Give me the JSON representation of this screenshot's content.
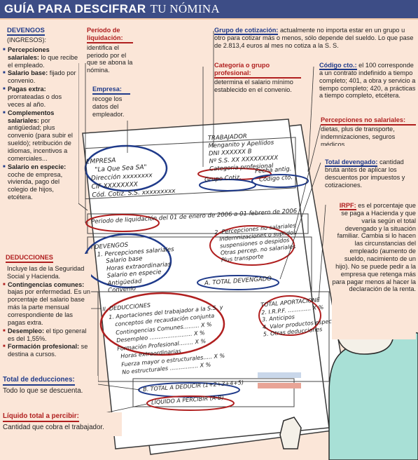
{
  "title": {
    "bold": "GUÍA PARA DESCIFRAR",
    "light": "TU NÓMINA"
  },
  "devengos": {
    "heading": "DEVENGOS",
    "subheading": "(INGRESOS):",
    "items": [
      {
        "term": "Percepciones salariales:",
        "text": "lo que recibe el empleado."
      },
      {
        "term": "Salario base:",
        "text": "fijado por convenio."
      },
      {
        "term": "Pagas extra:",
        "text": "prorrateadas o dos veces al año."
      },
      {
        "term": "Complementos salariales:",
        "text": "por antigüedad; plus convenio (para subir el sueldo); retribución de idiomas, incentivos a comerciales..."
      },
      {
        "term": "Salario en especie:",
        "text": "coche de empresa, vivienda, pago del colegio de hijos, etcétera."
      }
    ]
  },
  "periodo": {
    "heading": "Período de liquidación:",
    "text": "identifica el periodo por el que se abona la nómina."
  },
  "empresa": {
    "heading": "Empresa:",
    "text": "recoge los datos del empleador."
  },
  "grupo": {
    "heading": "Grupo de cotización:",
    "text": "actualmente no importa estar en un grupo u otro para cotizar más o menos, sólo depende del sueldo. Lo que pase de 2.813,4 euros al mes no cotiza a la S. S."
  },
  "categoria": {
    "heading": "Categoría o grupo profesional:",
    "text": "determina el salario mínimo establecido en el convenio."
  },
  "codigo": {
    "heading": "Código cto.:",
    "text": "el 100 corresponde a un contrato indefinido a tiempo completo; 401, a obra y servicio a tiempo completo; 420, a prácticas a tiempo completo, etcétera."
  },
  "no_salariales": {
    "heading": "Percepciones no salariales:",
    "text": "dietas, plus de transporte, indemnizaciones, seguros médicos."
  },
  "total_devengado": {
    "heading": "Total devengado:",
    "text": "cantidad bruta antes de aplicar los descuentos por impuestos y cotizaciones."
  },
  "irpf": {
    "heading": "IRPF:",
    "text": "es el porcentaje que se paga a Hacienda y que varía según el total devengado y la situación familiar. Cambia si lo hacen las circunstancias del empleado (aumento de sueldo, nacimiento de un hijo). No se puede pedir a la empresa que retenga más para pagar menos al hacer la declaración de la renta."
  },
  "deducciones": {
    "heading": "DEDUCCIONES",
    "intro": "Incluye las de la Seguridad Social y Hacienda.",
    "items": [
      {
        "term": "Contingencias comunes:",
        "text": "bajas por enfermedad. Es un porcentaje del salario base más la parte mensual correspondiente de las pagas extra."
      },
      {
        "term": "Desempleo:",
        "text": "el tipo general es del 1,55%."
      },
      {
        "term": "Formación profesional:",
        "text": "se destina a cursos."
      }
    ]
  },
  "total_deducciones": {
    "heading": "Total de deducciones:",
    "text": "Todo lo que se descuenta."
  },
  "liquido": {
    "heading": "Líquido total a percibir:",
    "text": "Cantidad que cobra el trabajador."
  },
  "doc": {
    "empresa": [
      "EMPRESA",
      "\"La Que Sea SA\"",
      "Dirección xxxxxxxx",
      "CIF XXXXXXXX",
      "Cód. Cotiz. S.S. xxxxxxxxx"
    ],
    "trabajador": [
      "TRABAJADOR",
      "Menganito y Apellidos",
      "DNI XXXXXX B",
      "Nº S.S. XX XXXXXXXXX",
      "Categoría profesional"
    ],
    "grupo_cotiz": "Grupo Cotiz.",
    "fecha_antig": "Fecha antig.",
    "codigo_cto": "Código cto.",
    "periodo": "Periodo de liquidación  del 01 de enero de 2006 a 01 febrero de 2006",
    "devengos": [
      "I DEVENGOS",
      "1. Percepciones salariales",
      "Salario base",
      "Horas extraordinarias",
      "Salario en especie",
      "Antigüedad",
      "Convenio"
    ],
    "no_salariales": [
      "2. Percepciones no salariales",
      "Indemnizaciones o suplidos",
      "suspensiones o despidos",
      "Otras percep. no salariales",
      "Plus transporte"
    ],
    "total_devengado": "A. TOTAL DEVENGADO",
    "deducciones": [
      "II. DEDUCCIONES",
      "1. Aportaciones del trabajador a la S.S. y",
      "conceptos de recaudación conjunta",
      "Contingencias Comunes......... X %",
      "Desempleo ........................ X %",
      "Formación Profesional........ X %",
      "Horas extraordinarias",
      "Fuerza mayor o estructurales..... X %",
      "No estructurales ................ X %"
    ],
    "aportacion": [
      "TOTAL APORTACIONE",
      "2. I.R.P.F. ............. X %",
      "3. Anticipos",
      "4. Valor productos espec.",
      "5. Otras deducciones"
    ],
    "total_deducir": "B. TOTAL A DEDUCIR (1+2+3+4+5)",
    "liquido": "LÍQUIDO A PERCIBIR (A-B)"
  }
}
